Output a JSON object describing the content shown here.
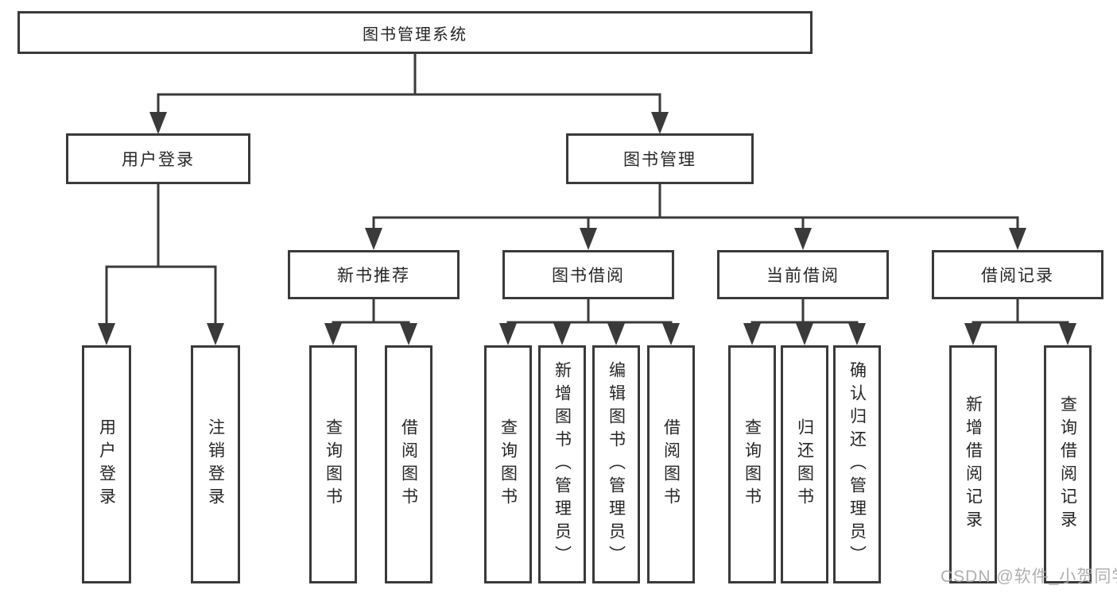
{
  "diagram_title": "图书管理系统",
  "tree": {
    "label": "图书管理系统",
    "children": [
      {
        "label": "用户登录",
        "children": [
          {
            "label": "用户登录"
          },
          {
            "label": "注销登录"
          }
        ]
      },
      {
        "label": "图书管理",
        "children": [
          {
            "label": "新书推荐",
            "children": [
              {
                "label": "查询图书"
              },
              {
                "label": "借阅图书"
              }
            ]
          },
          {
            "label": "图书借阅",
            "children": [
              {
                "label": "查询图书"
              },
              {
                "label": "新增图书（管理员）"
              },
              {
                "label": "编辑图书（管理员）"
              },
              {
                "label": "借阅图书"
              }
            ]
          },
          {
            "label": "当前借阅",
            "children": [
              {
                "label": "查询图书"
              },
              {
                "label": "归还图书"
              },
              {
                "label": "确认归还（管理员）"
              }
            ]
          },
          {
            "label": "借阅记录",
            "children": [
              {
                "label": "新增借阅记录"
              },
              {
                "label": "查询借阅记录"
              }
            ]
          }
        ]
      }
    ]
  },
  "watermark": "CSDN @软件_小贺同学",
  "colors": {
    "line": "#3a3a3a",
    "box_border": "#3a3a3a",
    "text": "#262626",
    "watermark": "#a9a9a9",
    "background": "#ffffff"
  }
}
